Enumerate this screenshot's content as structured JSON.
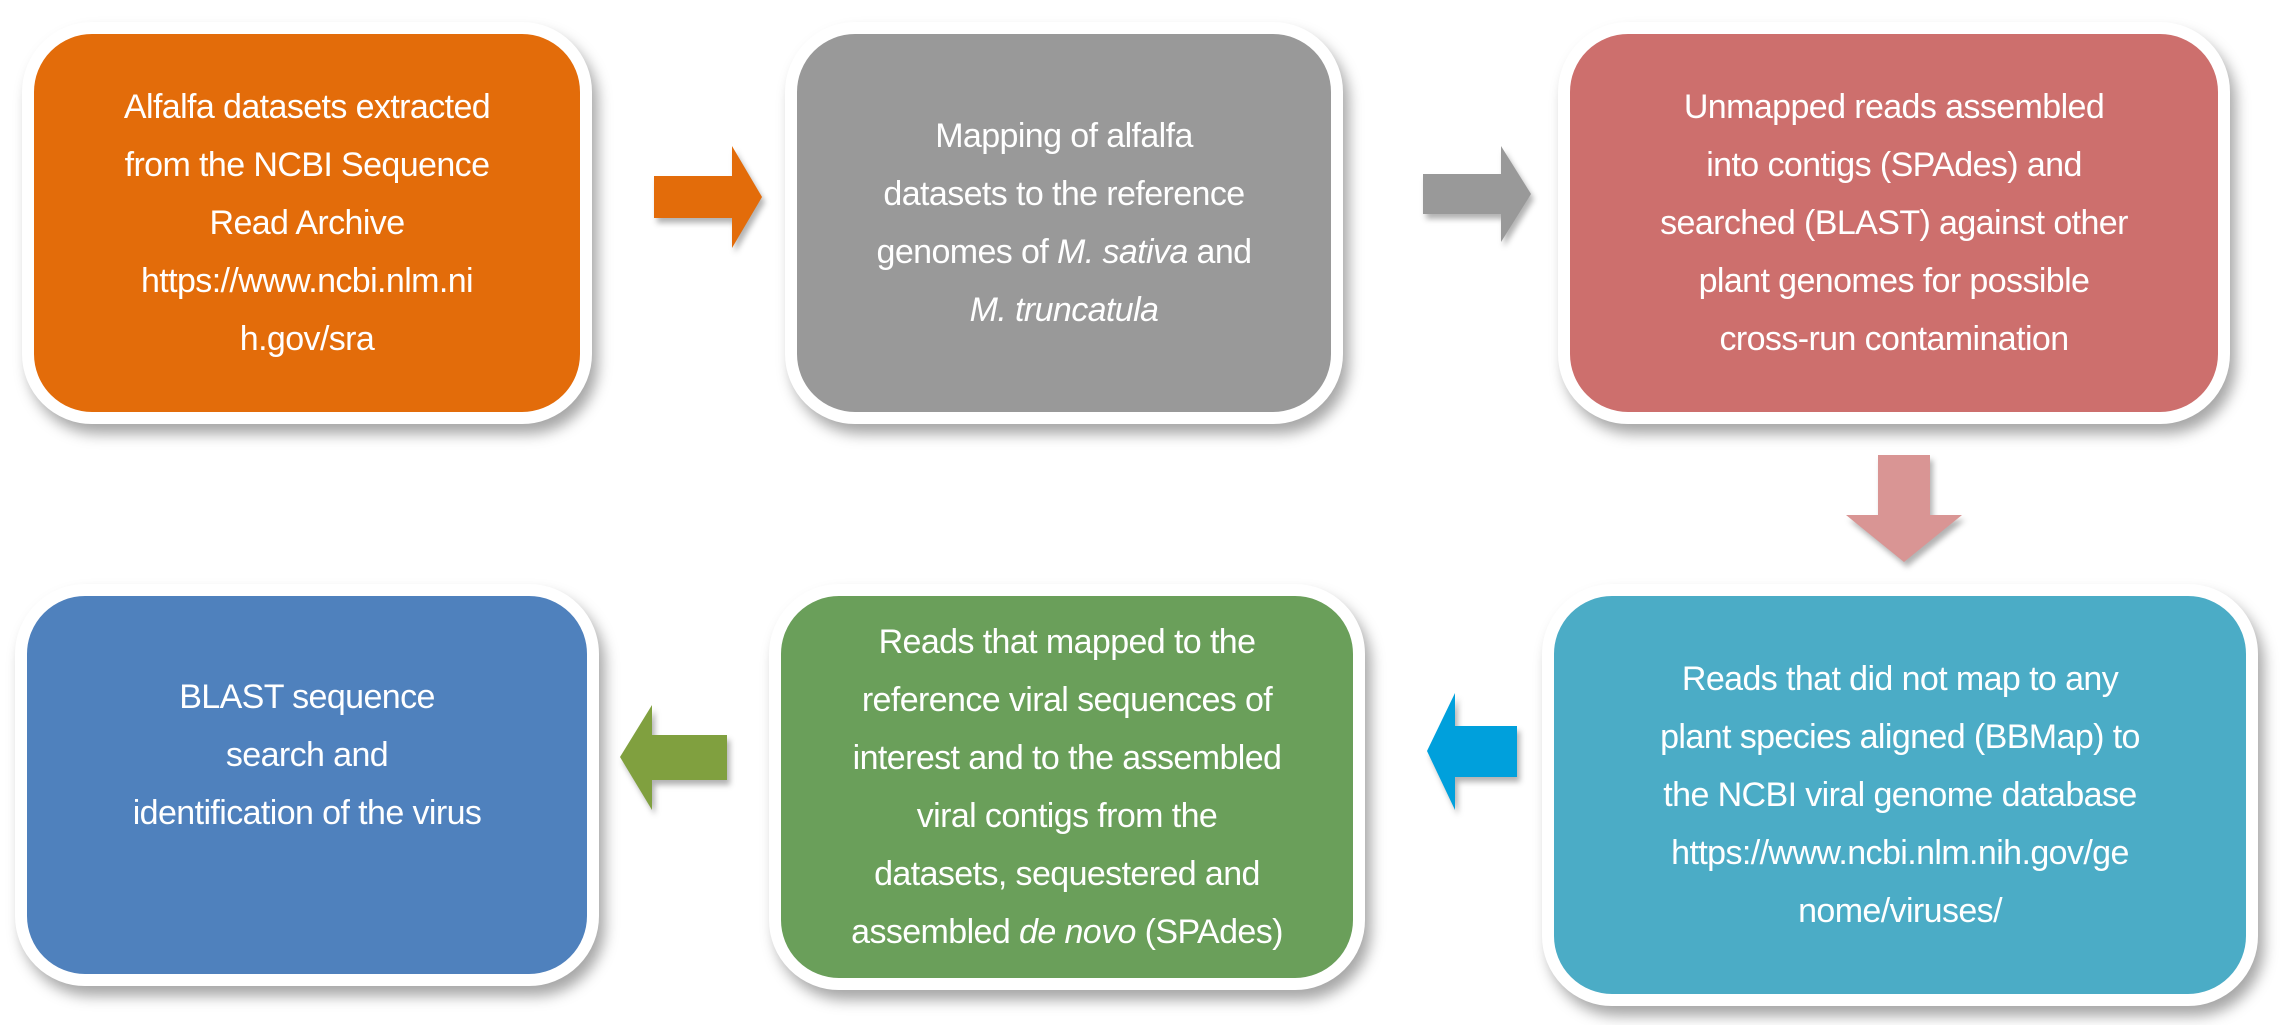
{
  "colors": {
    "orange": "#E36C0A",
    "gray": "#999999",
    "red": "#CD6F6D",
    "pink_arrow": "#D99594",
    "teal": "#4BACC6",
    "blue_arrow": "#00A0DC",
    "green": "#6A9F5A",
    "green_arrow": "#80A03F",
    "blue": "#4F81BD"
  },
  "boxes": {
    "sra": {
      "lines": [
        [
          {
            "t": "Alfalfa datasets extracted"
          }
        ],
        [
          {
            "t": "from the NCBI Sequence"
          }
        ],
        [
          {
            "t": "Read Archive"
          }
        ],
        [
          {
            "t": "https://www.ncbi.nlm.ni"
          }
        ],
        [
          {
            "t": "h.gov/sra"
          }
        ]
      ]
    },
    "mapping": {
      "lines": [
        [
          {
            "t": "Mapping  of alfalfa"
          }
        ],
        [
          {
            "t": "datasets to the reference"
          }
        ],
        [
          {
            "t": "genomes of "
          },
          {
            "t": "M. sativa",
            "i": true
          },
          {
            "t": " and"
          }
        ],
        [
          {
            "t": "M. truncatula",
            "i": true
          }
        ]
      ]
    },
    "unmapped": {
      "lines": [
        [
          {
            "t": "Unmapped reads assembled"
          }
        ],
        [
          {
            "t": "into contigs (SPAdes) and"
          }
        ],
        [
          {
            "t": "searched (BLAST) against other"
          }
        ],
        [
          {
            "t": "plant genomes for possible"
          }
        ],
        [
          {
            "t": "cross-run contamination"
          }
        ]
      ]
    },
    "viral_align": {
      "lines": [
        [
          {
            "t": "Reads that did not map to any"
          }
        ],
        [
          {
            "t": "plant species  aligned  (BBMap) to"
          }
        ],
        [
          {
            "t": "the NCBI viral genome database"
          }
        ],
        [
          {
            "t": "https://www.ncbi.nlm.nih.gov/ge"
          }
        ],
        [
          {
            "t": "nome/viruses/"
          }
        ]
      ]
    },
    "denovo": {
      "lines": [
        [
          {
            "t": "Reads that mapped to the"
          }
        ],
        [
          {
            "t": "reference viral  sequences of"
          }
        ],
        [
          {
            "t": "interest and to the assembled"
          }
        ],
        [
          {
            "t": "viral contigs from the"
          }
        ],
        [
          {
            "t": "datasets, sequestered and"
          }
        ],
        [
          {
            "t": "assembled "
          },
          {
            "t": "de novo",
            "i": true
          },
          {
            "t": " (SPAdes)"
          }
        ]
      ]
    },
    "blast": {
      "lines": [
        [
          {
            "t": "BLAST sequence"
          }
        ],
        [
          {
            "t": "search and"
          }
        ],
        [
          {
            "t": "identification of the virus"
          }
        ]
      ]
    }
  }
}
